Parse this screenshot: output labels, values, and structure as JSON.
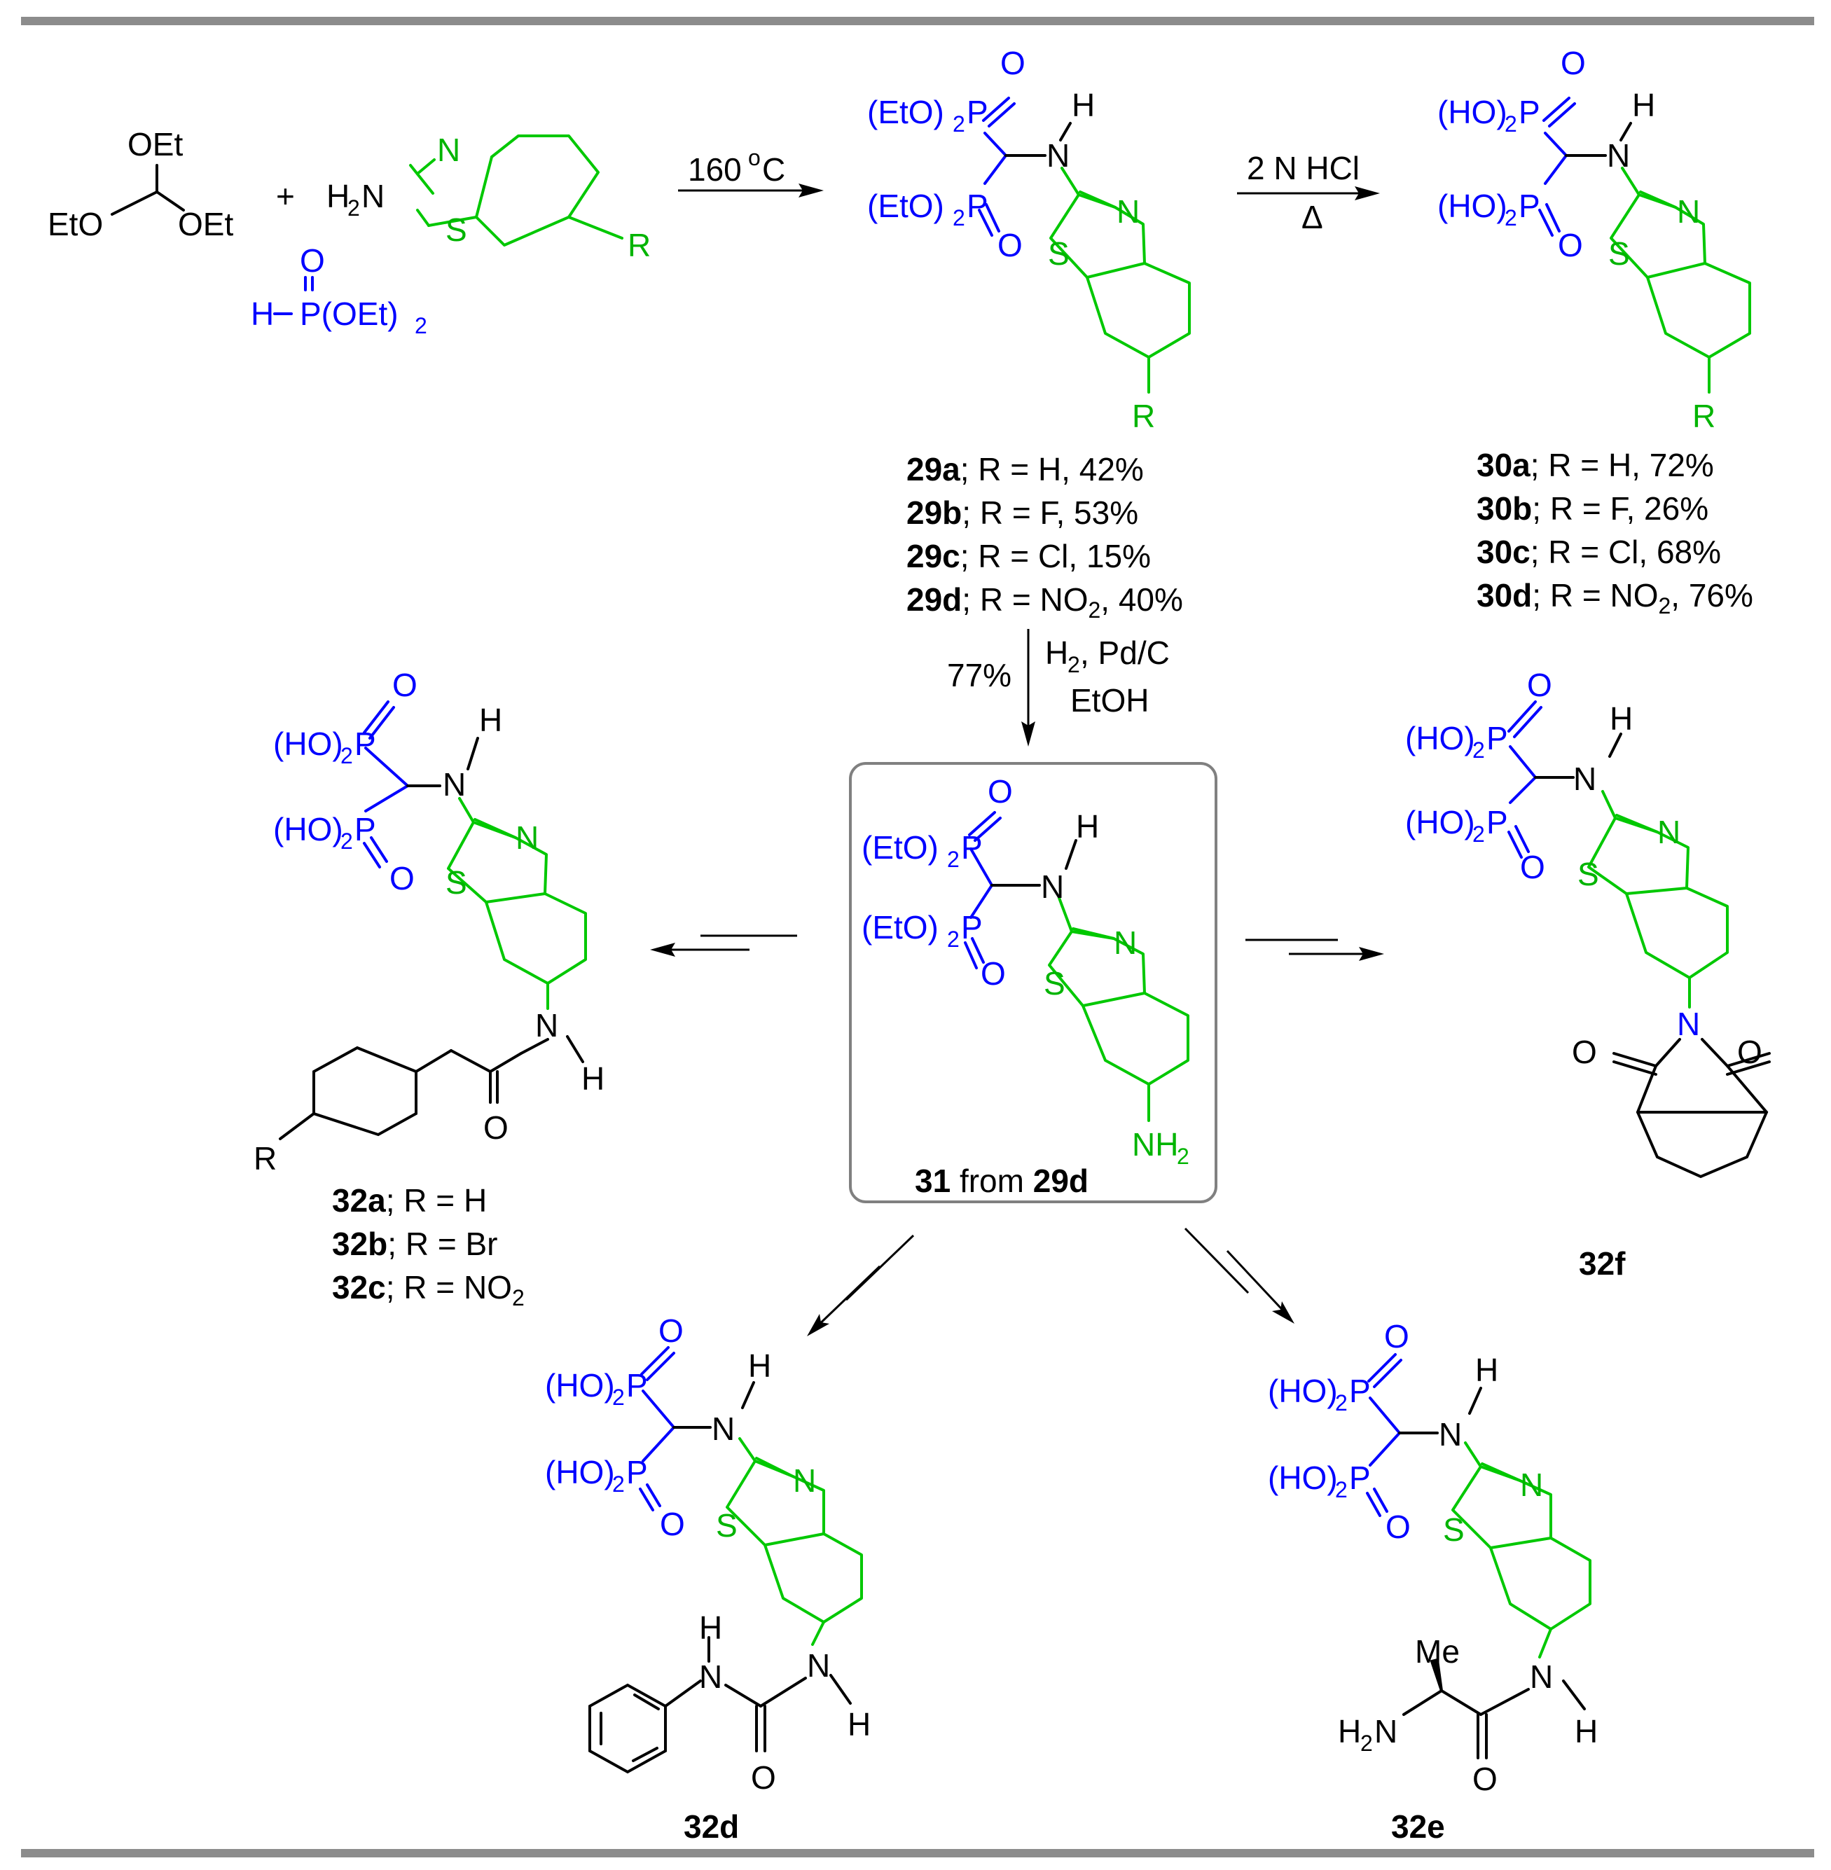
{
  "reagents": {
    "orthoformate": {
      "oet_top": "OEt",
      "eto_left": "EtO",
      "oet_right": "OEt"
    },
    "plus": "+",
    "aminobenzothiazole": {
      "h2n": "H",
      "h2n_sub": "2",
      "h2n_n": "N",
      "n": "N",
      "s": "S",
      "r": "R"
    },
    "phosphite": {
      "o": "O",
      "h": "H",
      "p": "P(OEt)",
      "sub": "2"
    }
  },
  "arrows": {
    "step1": {
      "label": "160 ",
      "sup": "o",
      "unit": "C"
    },
    "step2": {
      "top": "2 N HCl",
      "bottom": "Δ"
    },
    "step3": {
      "yield": "77%",
      "reagent1": "H",
      "reagent1_sub": "2",
      "reagent1_rest": ", Pd/C",
      "reagent2": "EtOH"
    }
  },
  "groups": {
    "eto2p": "(EtO)",
    "ho2p": "(HO)",
    "sub2": "2",
    "p": "P",
    "o": "O",
    "n": "N",
    "h": "H",
    "s": "S",
    "r": "R",
    "nh2": "NH",
    "me": "Me",
    "h2n": "H",
    "h2n_n": "N"
  },
  "compound29": [
    {
      "id": "29a",
      "rest": "; R = H, 42%"
    },
    {
      "id": "29b",
      "rest": "; R = F,  53%"
    },
    {
      "id": "29c",
      "rest": "; R = Cl, 15%"
    },
    {
      "id": "29d",
      "pre": "; R = NO",
      "sub": "2",
      "post": ", 40%"
    }
  ],
  "compound30": [
    {
      "id": "30a",
      "rest": "; R = H, 72%"
    },
    {
      "id": "30b",
      "rest": "; R = F,  26%"
    },
    {
      "id": "30c",
      "rest": "; R = Cl, 68%"
    },
    {
      "id": "30d",
      "pre": "; R = NO",
      "sub": "2",
      "post": ", 76%"
    }
  ],
  "compound31": {
    "id": "31",
    "mid": " from ",
    "src": "29d"
  },
  "compound32": [
    {
      "id": "32a",
      "rest": "; R = H"
    },
    {
      "id": "32b",
      "rest": "; R = Br"
    },
    {
      "id": "32c",
      "pre": "; R = NO",
      "sub": "2"
    }
  ],
  "compound32d": "32d",
  "compound32e": "32e",
  "compound32f": "32f",
  "colors": {
    "phosphonate": "#0000ff",
    "benzothiazole": "#00c800",
    "frame": "#808080",
    "rule": "#8c8c8c"
  }
}
